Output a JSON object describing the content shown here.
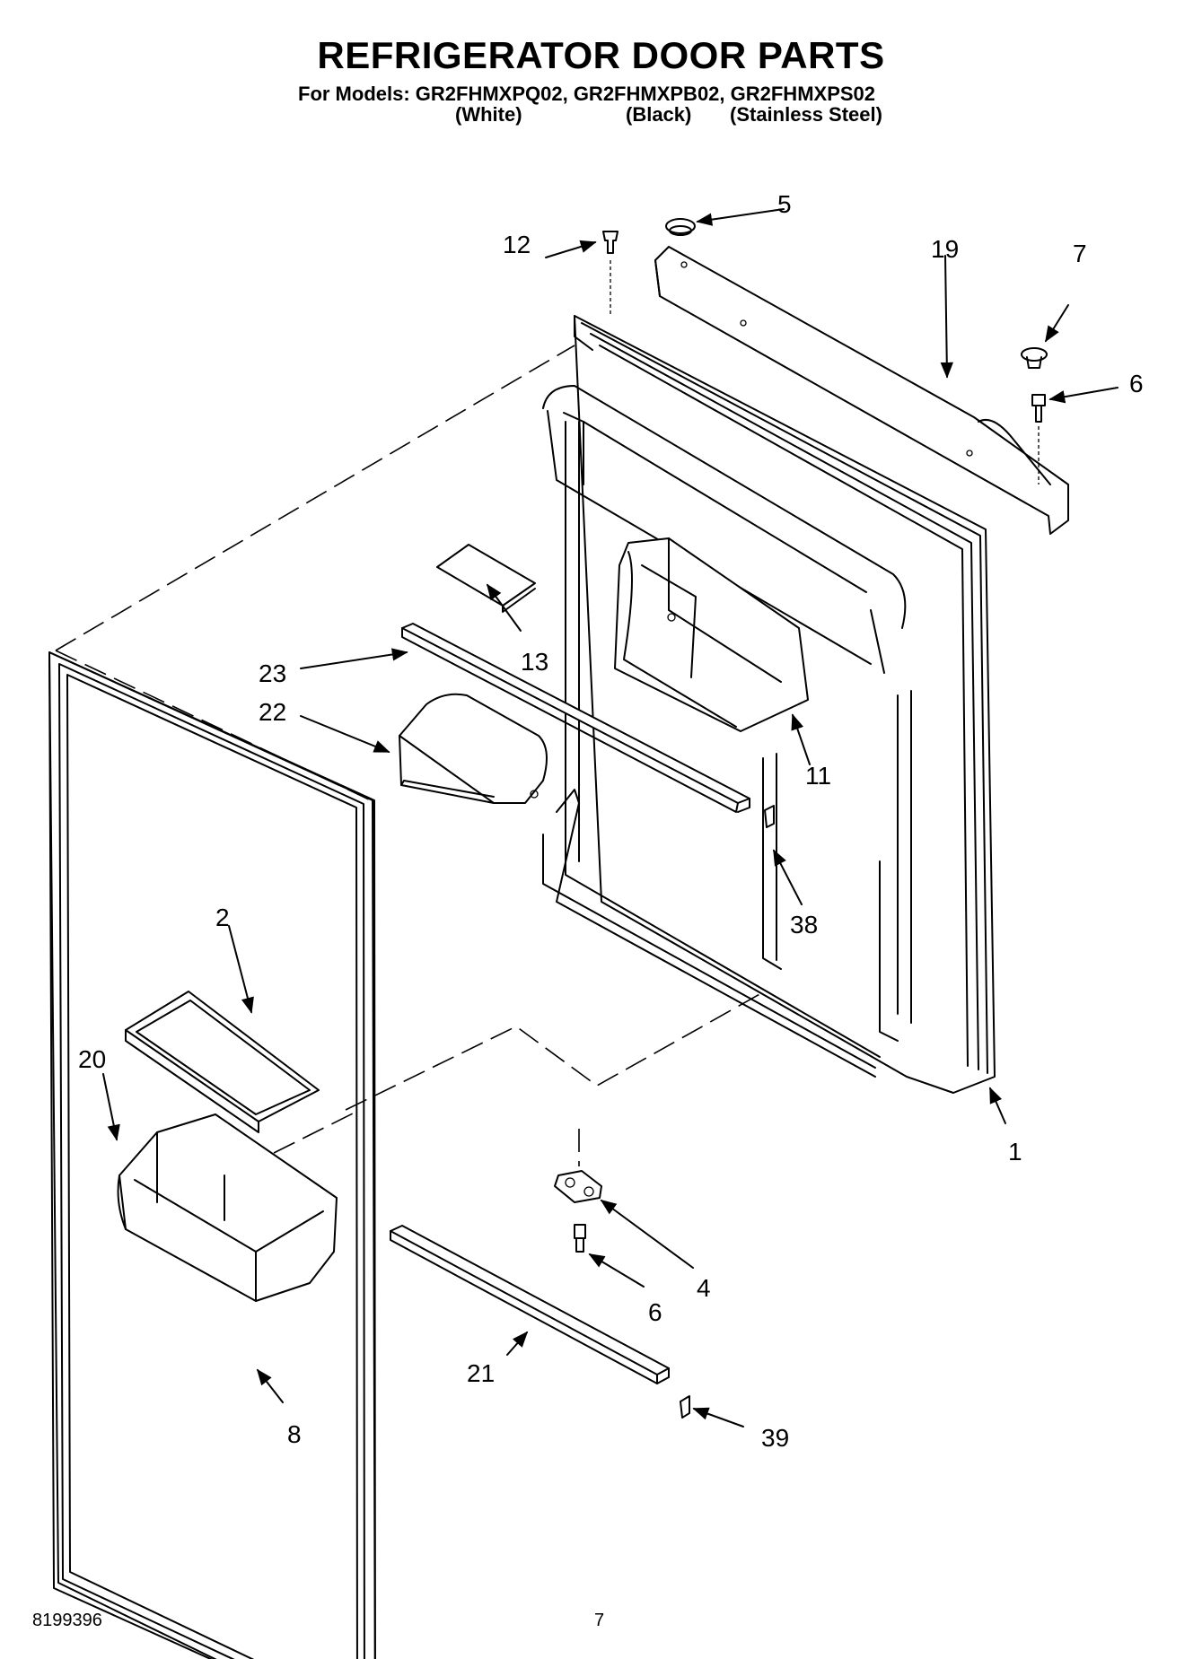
{
  "header": {
    "title": "REFRIGERATOR DOOR PARTS",
    "models_line": "For Models: GR2FHMXPQ02, GR2FHMXPB02, GR2FHMXPS02",
    "color_1": "(White)",
    "color_2": "(Black)",
    "color_3": "(Stainless Steel)"
  },
  "callouts": {
    "c1": "1",
    "c2": "2",
    "c4": "4",
    "c5": "5",
    "c6a": "6",
    "c6b": "6",
    "c7": "7",
    "c8": "8",
    "c11": "11",
    "c12": "12",
    "c13": "13",
    "c19": "19",
    "c20": "20",
    "c21": "21",
    "c22": "22",
    "c23": "23",
    "c38": "38",
    "c39": "39"
  },
  "footer": {
    "doc_number": "8199396",
    "page_number": "7"
  }
}
